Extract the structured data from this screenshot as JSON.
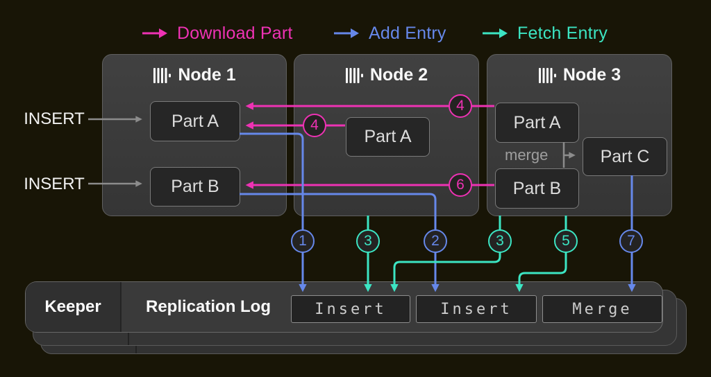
{
  "colors": {
    "background": "#181506",
    "download_part": "#ee32b4",
    "add_entry": "#6688ea",
    "fetch_entry": "#3ce5c3",
    "insert_arrow_gray": "#8c8c8c"
  },
  "legend": {
    "items": [
      {
        "label": "Download Part",
        "icon": "arrow-right-icon",
        "color": "#ee32b4"
      },
      {
        "label": "Add Entry",
        "icon": "arrow-right-icon",
        "color": "#6688ea"
      },
      {
        "label": "Fetch Entry",
        "icon": "arrow-right-icon",
        "color": "#3ce5c3"
      }
    ]
  },
  "inserts": {
    "top": "INSERT",
    "bottom": "INSERT"
  },
  "nodes": [
    {
      "title": "Node 1",
      "icon": "clickhouse-bars-icon",
      "parts": [
        "Part A",
        "Part B"
      ]
    },
    {
      "title": "Node 2",
      "icon": "clickhouse-bars-icon",
      "parts": [
        "Part A"
      ]
    },
    {
      "title": "Node 3",
      "icon": "clickhouse-bars-icon",
      "parts": [
        "Part A",
        "Part B",
        "Part C"
      ],
      "merge_label": "merge"
    }
  ],
  "badges": {
    "download_4a": "4",
    "download_4b": "4",
    "download_6": "6",
    "step_1": "1",
    "step_3a": "3",
    "step_2": "2",
    "step_3b": "3",
    "step_5": "5",
    "step_7": "7"
  },
  "keeper": {
    "title": "Keeper",
    "log_title": "Replication Log",
    "entries": [
      "Insert",
      "Insert",
      "Merge"
    ]
  }
}
